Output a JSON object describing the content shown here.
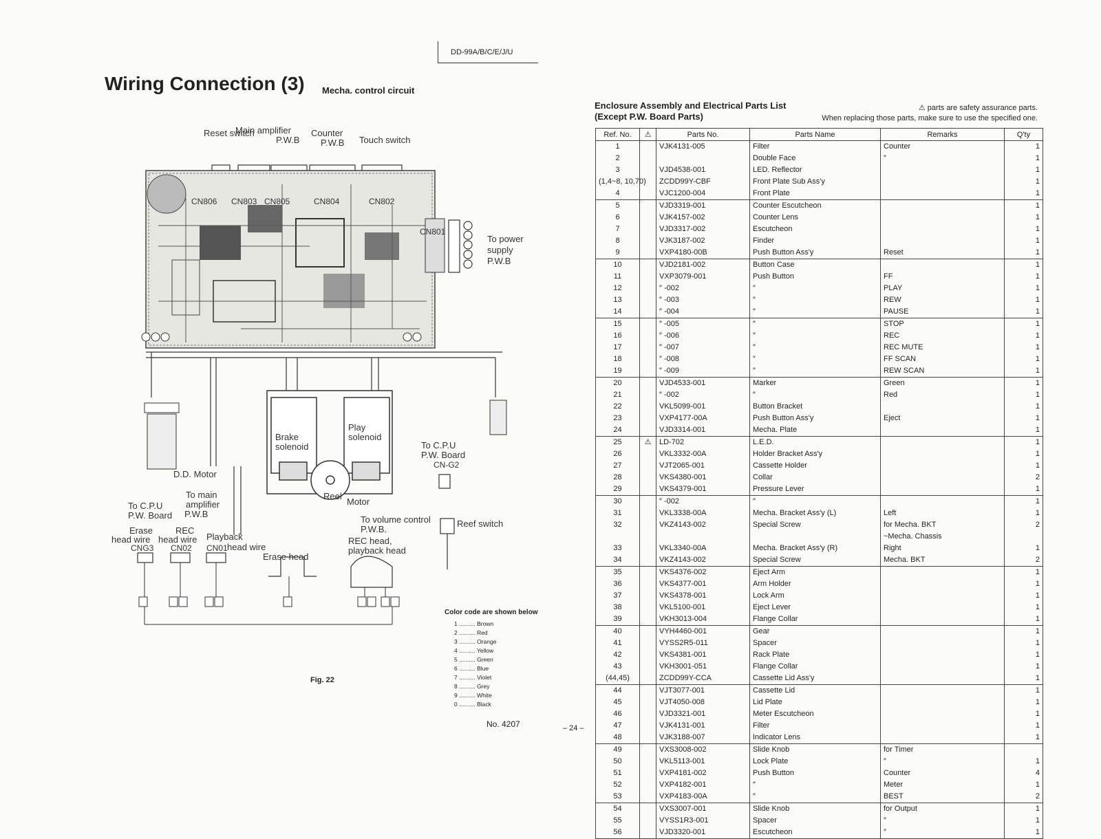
{
  "header": {
    "model": "DD-99A/B/C/E/J/U"
  },
  "left": {
    "title": "Wiring Connection (3)",
    "subtitle": "Mecha. control circuit",
    "labels": {
      "reset_switch": "Reset switch",
      "main_amplifier": "Main amplifier",
      "main_amplifier_pwb": "P.W.B",
      "counter": "Counter",
      "counter_pwb": "P.W.B",
      "touch_switch": "Touch switch",
      "to_power": "To power",
      "supply": "supply",
      "supply_pwb": "P.W.B",
      "brake": "Brake",
      "brake_solenoid": "solenoid",
      "play": "Play",
      "play_solenoid": "solenoid",
      "to_cpu_right": "To C.P.U",
      "pw_board_right": "P.W. Board",
      "cn_g2": "CN-G2",
      "dd_motor": "D.D. Motor",
      "to_main": "To main",
      "amplifier": "amplifier",
      "pwb_main": "P.W.B",
      "to_cpu_left": "To C.P.U",
      "pw_board_left": "P.W. Board",
      "reel": "Reel",
      "motor": "Motor",
      "to_volume_control": "To volume control",
      "volume_pwb": "P.W.B.",
      "reef_switch": "Reef switch",
      "erase": "Erase",
      "head_wire": "head wire",
      "rec": "REC",
      "head_wire_2": "head wire",
      "playback": "Playback",
      "head_wire_3": "head wire",
      "cng3": "CNG3",
      "cn02": "CN02",
      "cn01": "CN01",
      "rec_head": "REC head,",
      "playback_head": "playback head",
      "erase_head": "Erase head",
      "cn806": "CN806",
      "cn803": "CN803",
      "cn805": "CN805",
      "cn804": "CN804",
      "cn802": "CN802",
      "cn801": "CN801"
    },
    "color_code_title": "Color code are shown below",
    "color_codes": [
      "1 .......... Brown",
      "2 .......... Red",
      "3 .......... Orange",
      "4 .......... Yellow",
      "5 .......... Green",
      "6 .......... Blue",
      "7 .......... Violet",
      "8 .......... Grey",
      "9 .......... White",
      "0 .......... Black"
    ],
    "fig_label": "Fig. 22",
    "doc_number": "No. 4207",
    "page_number": "– 24 –"
  },
  "right": {
    "title_line1": "Enclosure Assembly and Electrical Parts List",
    "title_line2": "(Except P.W. Board Parts)",
    "note_line1": "⚠ parts are safety assurance parts.",
    "note_line2": "When replacing those parts, make sure to use the specified one.",
    "columns": [
      "Ref. No.",
      "⚠",
      "Parts No.",
      "Parts Name",
      "Remarks",
      "Q'ty"
    ],
    "groups": [
      [
        {
          "ref": "1",
          "mark": "",
          "no": "VJK4131-005",
          "name": "Filter",
          "remarks": "Counter",
          "qty": "1"
        },
        {
          "ref": "2",
          "mark": "",
          "no": "",
          "name": "Double Face",
          "remarks": "″",
          "qty": "1"
        },
        {
          "ref": "3",
          "mark": "",
          "no": "VJD4538-001",
          "name": "LED. Reflector",
          "remarks": "",
          "qty": "1"
        },
        {
          "ref": "(1,4~8, 10,70)",
          "mark": "",
          "no": "ZCDD99Y-CBF",
          "name": "Front Plate Sub Ass'y",
          "remarks": "",
          "qty": "1"
        },
        {
          "ref": "4",
          "mark": "",
          "no": "VJC1200-004",
          "name": "Front Plate",
          "remarks": "",
          "qty": "1"
        }
      ],
      [
        {
          "ref": "5",
          "mark": "",
          "no": "VJD3319-001",
          "name": "Counter Escutcheon",
          "remarks": "",
          "qty": "1"
        },
        {
          "ref": "6",
          "mark": "",
          "no": "VJK4157-002",
          "name": "Counter Lens",
          "remarks": "",
          "qty": "1"
        },
        {
          "ref": "7",
          "mark": "",
          "no": "VJD3317-002",
          "name": "Escutcheon",
          "remarks": "",
          "qty": "1"
        },
        {
          "ref": "8",
          "mark": "",
          "no": "VJK3187-002",
          "name": "Finder",
          "remarks": "",
          "qty": "1"
        },
        {
          "ref": "9",
          "mark": "",
          "no": "VXP4180-00B",
          "name": "Push Button Ass'y",
          "remarks": "Reset",
          "qty": "1"
        }
      ],
      [
        {
          "ref": "10",
          "mark": "",
          "no": "VJD2181-002",
          "name": "Button Case",
          "remarks": "",
          "qty": "1"
        },
        {
          "ref": "11",
          "mark": "",
          "no": "VXP3079-001",
          "name": "Push Button",
          "remarks": "FF",
          "qty": "1"
        },
        {
          "ref": "12",
          "mark": "",
          "no": "″    -002",
          "name": "″",
          "remarks": "PLAY",
          "qty": "1"
        },
        {
          "ref": "13",
          "mark": "",
          "no": "″    -003",
          "name": "″",
          "remarks": "REW",
          "qty": "1"
        },
        {
          "ref": "14",
          "mark": "",
          "no": "″    -004",
          "name": "″",
          "remarks": "PAUSE",
          "qty": "1"
        }
      ],
      [
        {
          "ref": "15",
          "mark": "",
          "no": "″    -005",
          "name": "″",
          "remarks": "STOP",
          "qty": "1"
        },
        {
          "ref": "16",
          "mark": "",
          "no": "″    -006",
          "name": "″",
          "remarks": "REC",
          "qty": "1"
        },
        {
          "ref": "17",
          "mark": "",
          "no": "″    -007",
          "name": "″",
          "remarks": "REC MUTE",
          "qty": "1"
        },
        {
          "ref": "18",
          "mark": "",
          "no": "″    -008",
          "name": "″",
          "remarks": "FF SCAN",
          "qty": "1"
        },
        {
          "ref": "19",
          "mark": "",
          "no": "″    -009",
          "name": "″",
          "remarks": "REW SCAN",
          "qty": "1"
        }
      ],
      [
        {
          "ref": "20",
          "mark": "",
          "no": "VJD4533-001",
          "name": "Marker",
          "remarks": "Green",
          "qty": "1"
        },
        {
          "ref": "21",
          "mark": "",
          "no": "″    -002",
          "name": "″",
          "remarks": "Red",
          "qty": "1"
        },
        {
          "ref": "22",
          "mark": "",
          "no": "VKL5099-001",
          "name": "Button Bracket",
          "remarks": "",
          "qty": "1"
        },
        {
          "ref": "23",
          "mark": "",
          "no": "VXP4177-00A",
          "name": "Push Button Ass'y",
          "remarks": "Eject",
          "qty": "1"
        },
        {
          "ref": "24",
          "mark": "",
          "no": "VJD3314-001",
          "name": "Mecha. Plate",
          "remarks": "",
          "qty": "1"
        }
      ],
      [
        {
          "ref": "25",
          "mark": "⚠",
          "no": "LD-702",
          "name": "L.E.D.",
          "remarks": "",
          "qty": "1"
        },
        {
          "ref": "26",
          "mark": "",
          "no": "VKL3332-00A",
          "name": "Holder Bracket Ass'y",
          "remarks": "",
          "qty": "1"
        },
        {
          "ref": "27",
          "mark": "",
          "no": "VJT2065-001",
          "name": "Cassette Holder",
          "remarks": "",
          "qty": "1"
        },
        {
          "ref": "28",
          "mark": "",
          "no": "VKS4380-001",
          "name": "Collar",
          "remarks": "",
          "qty": "2"
        },
        {
          "ref": "29",
          "mark": "",
          "no": "VKS4379-001",
          "name": "Pressure Lever",
          "remarks": "",
          "qty": "1"
        }
      ],
      [
        {
          "ref": "30",
          "mark": "",
          "no": "″    -002",
          "name": "″",
          "remarks": "",
          "qty": "1"
        },
        {
          "ref": "31",
          "mark": "",
          "no": "VKL3338-00A",
          "name": "Mecha. Bracket Ass'y (L)",
          "remarks": "Left",
          "qty": "1"
        },
        {
          "ref": "32",
          "mark": "",
          "no": "VKZ4143-002",
          "name": "Special Screw",
          "remarks": "for Mecha. BKT",
          "qty": "2"
        },
        {
          "ref": "",
          "mark": "",
          "no": "",
          "name": "",
          "remarks": "      ~Mecha. Chassis",
          "qty": ""
        },
        {
          "ref": "33",
          "mark": "",
          "no": "VKL3340-00A",
          "name": "Mecha. Bracket Ass'y (R)",
          "remarks": "Right",
          "qty": "1"
        },
        {
          "ref": "34",
          "mark": "",
          "no": "VKZ4143-002",
          "name": "Special Screw",
          "remarks": "Mecha. BKT",
          "qty": "2"
        }
      ],
      [
        {
          "ref": "35",
          "mark": "",
          "no": "VKS4376-002",
          "name": "Eject Arm",
          "remarks": "",
          "qty": "1"
        },
        {
          "ref": "36",
          "mark": "",
          "no": "VKS4377-001",
          "name": "Arm Holder",
          "remarks": "",
          "qty": "1"
        },
        {
          "ref": "37",
          "mark": "",
          "no": "VKS4378-001",
          "name": "Lock Arm",
          "remarks": "",
          "qty": "1"
        },
        {
          "ref": "38",
          "mark": "",
          "no": "VKL5100-001",
          "name": "Eject Lever",
          "remarks": "",
          "qty": "1"
        },
        {
          "ref": "39",
          "mark": "",
          "no": "VKH3013-004",
          "name": "Flange Collar",
          "remarks": "",
          "qty": "1"
        }
      ],
      [
        {
          "ref": "40",
          "mark": "",
          "no": "VYH4460-001",
          "name": "Gear",
          "remarks": "",
          "qty": "1"
        },
        {
          "ref": "41",
          "mark": "",
          "no": "VYSS2R5-011",
          "name": "Spacer",
          "remarks": "",
          "qty": "1"
        },
        {
          "ref": "42",
          "mark": "",
          "no": "VKS4381-001",
          "name": "Rack Plate",
          "remarks": "",
          "qty": "1"
        },
        {
          "ref": "43",
          "mark": "",
          "no": "VKH3001-051",
          "name": "Flange Collar",
          "remarks": "",
          "qty": "1"
        },
        {
          "ref": "(44,45)",
          "mark": "",
          "no": "ZCDD99Y-CCA",
          "name": "Cassette Lid Ass'y",
          "remarks": "",
          "qty": "1"
        }
      ],
      [
        {
          "ref": "44",
          "mark": "",
          "no": "VJT3077-001",
          "name": "Cassette Lid",
          "remarks": "",
          "qty": "1"
        },
        {
          "ref": "45",
          "mark": "",
          "no": "VJT4050-008",
          "name": "Lid Plate",
          "remarks": "",
          "qty": "1"
        },
        {
          "ref": "46",
          "mark": "",
          "no": "VJD3321-001",
          "name": "Meter Escutcheon",
          "remarks": "",
          "qty": "1"
        },
        {
          "ref": "47",
          "mark": "",
          "no": "VJK4131-001",
          "name": "Filter",
          "remarks": "",
          "qty": "1"
        },
        {
          "ref": "48",
          "mark": "",
          "no": "VJK3188-007",
          "name": "Indicator Lens",
          "remarks": "",
          "qty": "1"
        }
      ],
      [
        {
          "ref": "49",
          "mark": "",
          "no": "VXS3008-002",
          "name": "Slide Knob",
          "remarks": "for Timer",
          "qty": ""
        },
        {
          "ref": "50",
          "mark": "",
          "no": "VKL5113-001",
          "name": "Lock Plate",
          "remarks": "″",
          "qty": "1"
        },
        {
          "ref": "51",
          "mark": "",
          "no": "VXP4181-002",
          "name": "Push Button",
          "remarks": "Counter",
          "qty": "4"
        },
        {
          "ref": "52",
          "mark": "",
          "no": "VXP4182-001",
          "name": "″",
          "remarks": "Meter",
          "qty": "1"
        },
        {
          "ref": "53",
          "mark": "",
          "no": "VXP4183-00A",
          "name": "″",
          "remarks": "BEST",
          "qty": "2"
        }
      ],
      [
        {
          "ref": "54",
          "mark": "",
          "no": "VXS3007-001",
          "name": "Slide Knob",
          "remarks": "for Output",
          "qty": "1"
        },
        {
          "ref": "55",
          "mark": "",
          "no": "VYSS1R3-001",
          "name": "Spacer",
          "remarks": "″",
          "qty": "1"
        },
        {
          "ref": "56",
          "mark": "",
          "no": "VJD3320-001",
          "name": "Escutcheon",
          "remarks": "″",
          "qty": "1"
        }
      ]
    ]
  }
}
